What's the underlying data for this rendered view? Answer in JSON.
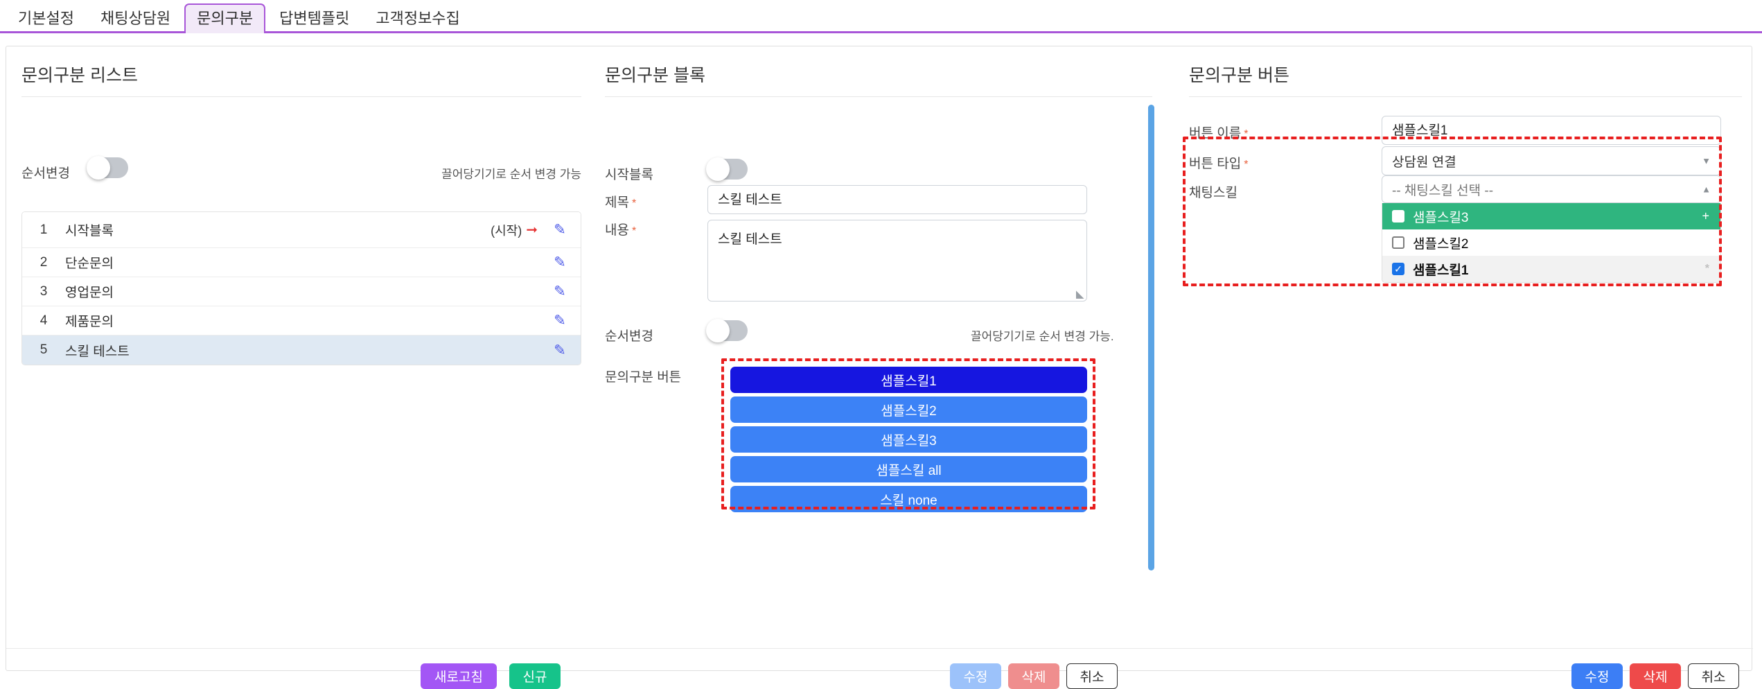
{
  "tabs": [
    {
      "label": "기본설정",
      "active": false
    },
    {
      "label": "채팅상담원",
      "active": false
    },
    {
      "label": "문의구분",
      "active": true
    },
    {
      "label": "답변템플릿",
      "active": false
    },
    {
      "label": "고객정보수집",
      "active": false
    }
  ],
  "left_panel": {
    "title": "문의구분 리스트",
    "reorder_label": "순서변경",
    "reorder_hint": "끌어당기기로 순서 변경 가능",
    "reorder_on": false,
    "rows": [
      {
        "num": "1",
        "name": "시작블록",
        "tag": "(시작)",
        "has_arrow": true,
        "selected": false
      },
      {
        "num": "2",
        "name": "단순문의",
        "tag": "",
        "has_arrow": false,
        "selected": false
      },
      {
        "num": "3",
        "name": "영업문의",
        "tag": "",
        "has_arrow": false,
        "selected": false
      },
      {
        "num": "4",
        "name": "제품문의",
        "tag": "",
        "has_arrow": false,
        "selected": false
      },
      {
        "num": "5",
        "name": "스킬 테스트",
        "tag": "",
        "has_arrow": false,
        "selected": true
      }
    ],
    "footer": {
      "refresh_label": "새로고침",
      "new_label": "신규"
    }
  },
  "mid_panel": {
    "title": "문의구분 블록",
    "start_block_label": "시작블록",
    "start_block_on": false,
    "subject_label": "제목",
    "subject_value": "스킬 테스트",
    "content_label": "내용",
    "content_value": "스킬 테스트",
    "reorder_label": "순서변경",
    "reorder_hint": "끌어당기기로 순서 변경 가능.",
    "reorder_on": false,
    "buttons_label": "문의구분 버튼",
    "skill_buttons": [
      {
        "label": "샘플스킬1",
        "primary": true
      },
      {
        "label": "샘플스킬2",
        "primary": false
      },
      {
        "label": "샘플스킬3",
        "primary": false
      },
      {
        "label": "샘플스킬 all",
        "primary": false
      },
      {
        "label": "스킬 none",
        "primary": false
      }
    ],
    "footer": {
      "edit_label": "수정",
      "delete_label": "삭제",
      "cancel_label": "취소"
    }
  },
  "right_panel": {
    "title": "문의구분 버튼",
    "name_label": "버튼 이름",
    "name_value": "샘플스킬1",
    "type_label": "버튼 타입",
    "type_value": "상담원 연결",
    "skill_label": "채팅스킬",
    "skill_placeholder": "-- 채팅스킬 선택 --",
    "skill_options": [
      {
        "label": "샘플스킬3",
        "checked": false,
        "highlighted": true,
        "chosen": false,
        "suffix": "+"
      },
      {
        "label": "샘플스킬2",
        "checked": false,
        "highlighted": false,
        "chosen": false,
        "suffix": ""
      },
      {
        "label": "샘플스킬1",
        "checked": true,
        "highlighted": false,
        "chosen": true,
        "suffix": "*"
      }
    ],
    "footer": {
      "edit_label": "수정",
      "delete_label": "삭제",
      "cancel_label": "취소"
    }
  },
  "colors": {
    "tab_accent": "#a855d8",
    "primary_blue": "#3c7ef5",
    "skill_primary": "#1616e0",
    "danger_red": "#ee4a4a",
    "highlight_green": "#2fb57f",
    "dashed_red": "#e81f1f",
    "scrollbar_blue": "#5ba4e5",
    "purple_btn": "#a356f5",
    "green_btn": "#16c38a",
    "row_selected": "#dfe9f3"
  }
}
